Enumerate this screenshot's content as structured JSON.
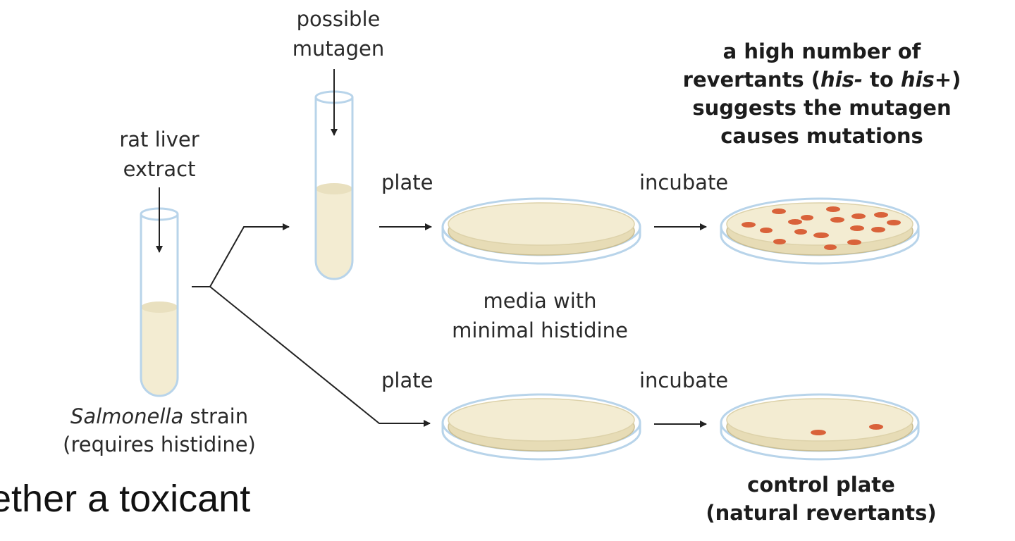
{
  "colors": {
    "tube_outline": "#b8d4ea",
    "medium": "#f3ecd2",
    "medium_dark": "#e7dcb6",
    "colony": "#d9623a",
    "arrow": "#222222"
  },
  "labels": {
    "possible_mutagen": [
      "possible",
      "mutagen"
    ],
    "rat_liver_extract": [
      "rat liver",
      "extract"
    ],
    "strain_italic": "Salmonella",
    "strain_rest": " strain",
    "strain_line2": "(requires histidine)",
    "plate_top": "plate",
    "incubate_top": "incubate",
    "plate_bottom": "plate",
    "incubate_bottom": "incubate",
    "media": [
      "media with",
      "minimal histidine"
    ],
    "result_line1": "a high number of",
    "result_line2_a": "revertants (",
    "result_line2_b": "his-",
    "result_line2_c": " to ",
    "result_line2_d": "his+",
    "result_line2_e": ")",
    "result_line3": "suggests the mutagen",
    "result_line4": "causes mutations",
    "control": [
      "control plate",
      "(natural revertants)"
    ]
  },
  "page_text_fragment": [
    "ether a toxicant"
  ]
}
